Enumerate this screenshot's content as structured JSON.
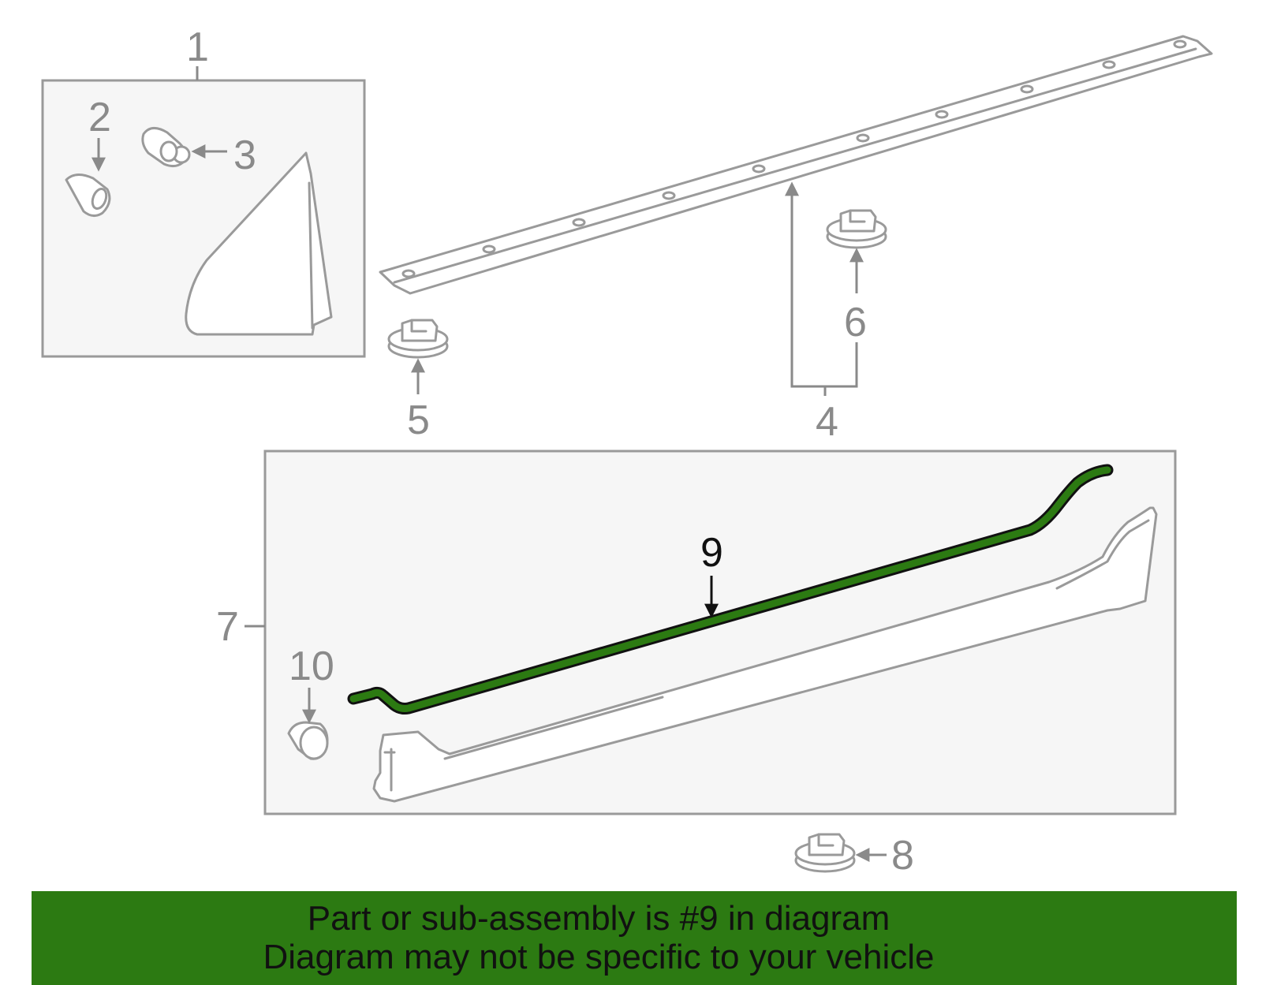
{
  "callouts": {
    "c1": "1",
    "c2": "2",
    "c3": "3",
    "c4": "4",
    "c5": "5",
    "c6": "6",
    "c7": "7",
    "c8": "8",
    "c9": "9",
    "c10": "10"
  },
  "highlight_color": "#2c7a12",
  "banner": {
    "line1": "Part or sub-assembly is #9 in diagram",
    "line2": "Diagram may not be specific to your vehicle"
  }
}
